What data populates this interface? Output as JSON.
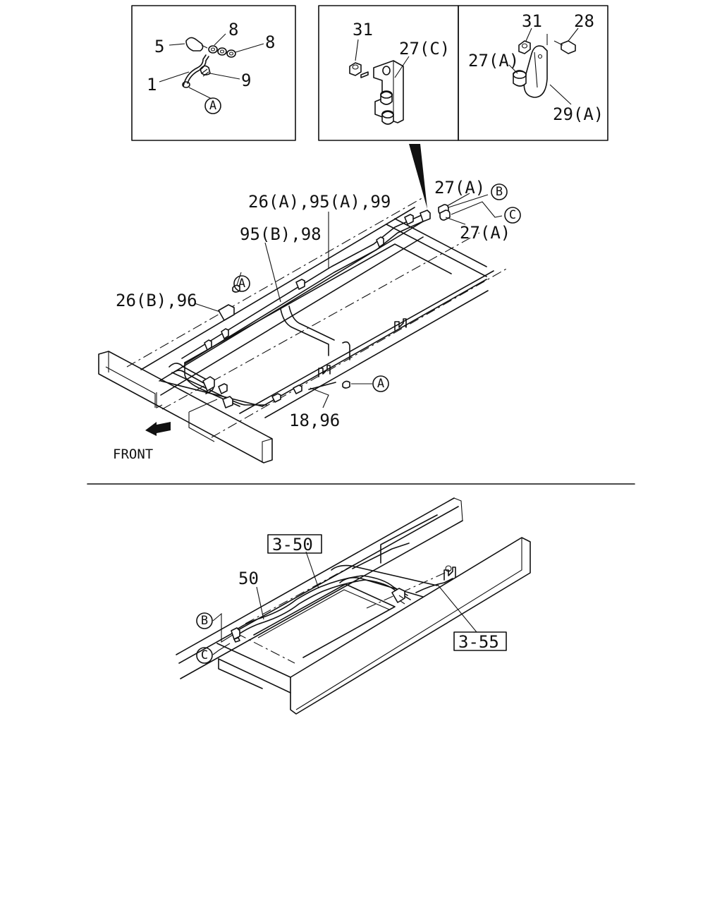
{
  "insets": {
    "left": {
      "labels": [
        "5",
        "8",
        "8",
        "1",
        "9"
      ],
      "ref": "A"
    },
    "middle": {
      "labels": [
        "31",
        "27(C)"
      ]
    },
    "right": {
      "labels": [
        "31",
        "28",
        "27(A)",
        "29(A)"
      ]
    }
  },
  "main_view": {
    "labels": [
      "26(A),95(A),99",
      "95(B),98",
      "26(B),96",
      "27(A)",
      "27(A)",
      "18,96"
    ],
    "refs": [
      "A",
      "B",
      "C",
      "A"
    ],
    "front_label": "FRONT"
  },
  "lower_view": {
    "labels": [
      "50"
    ],
    "boxed_refs": [
      "3-50",
      "3-55"
    ],
    "refs": [
      "B",
      "C"
    ]
  }
}
